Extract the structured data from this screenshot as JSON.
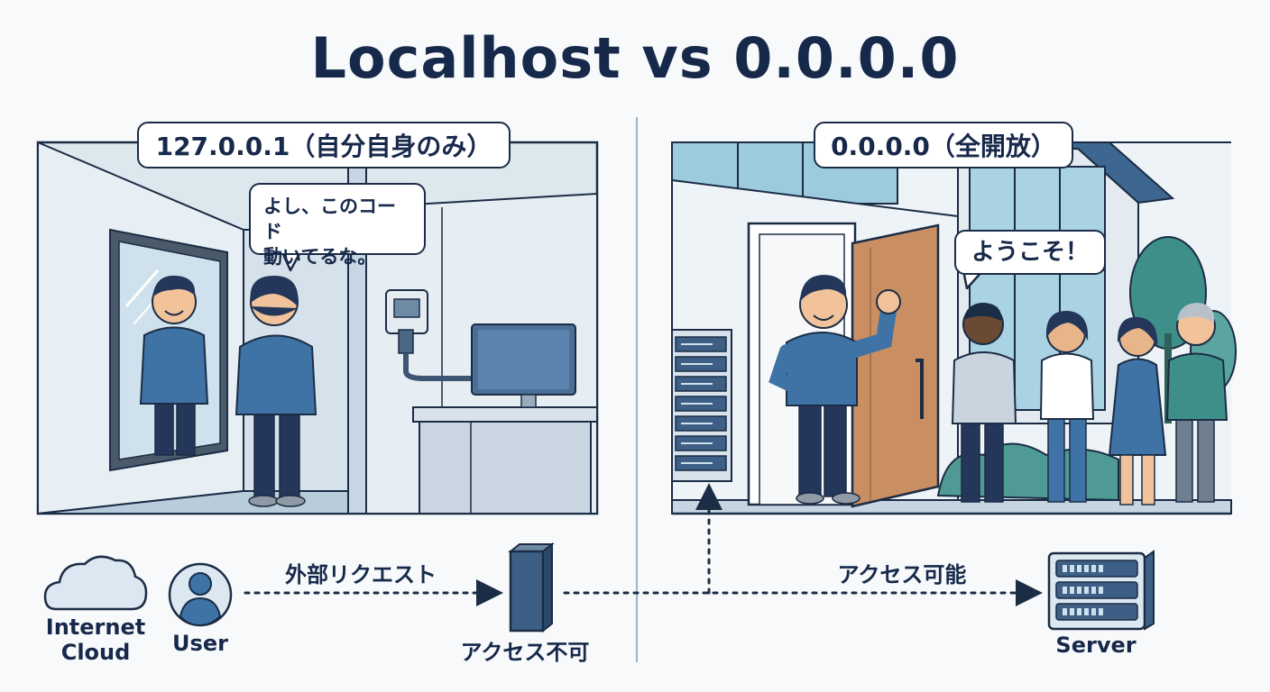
{
  "title": "Localhost vs 0.0.0.0",
  "left_panel": {
    "label": "127.0.0.1（自分自身のみ）",
    "speech": [
      "よし、このコード",
      "動いてるな。"
    ]
  },
  "right_panel": {
    "label": "0.0.0.0（全開放）",
    "speech": "ようこそ！"
  },
  "bottom": {
    "internet_label": [
      "Internet",
      "Cloud"
    ],
    "user_label": "User",
    "external_request": "外部リクエスト",
    "access_denied": "アクセス不可",
    "access_allowed": "アクセス可能",
    "server_label": "Server"
  },
  "colors": {
    "ink": "#1b2c45",
    "panel_bg": "#e4ecf2",
    "wall_blue": "#c9d9e6",
    "shirt_blue": "#3f73a6",
    "door_brown": "#c98f62",
    "teal": "#3e8f8a"
  }
}
